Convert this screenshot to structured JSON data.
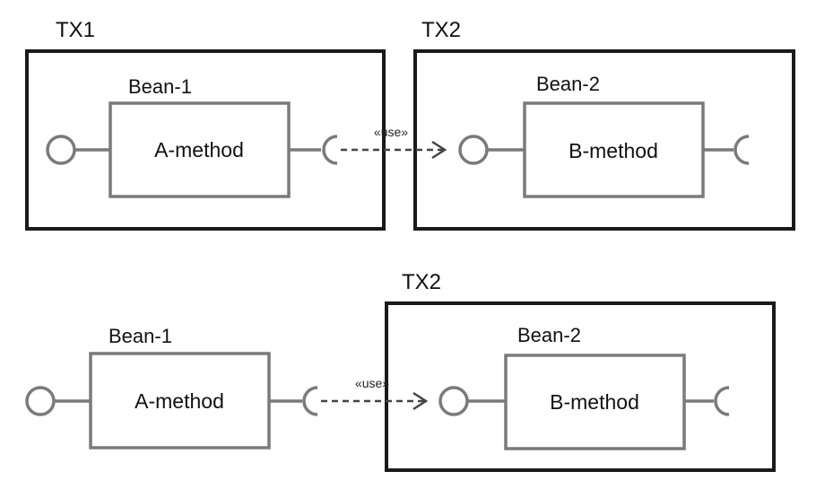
{
  "top": {
    "tx1_label": "TX1",
    "tx2_label": "TX2",
    "bean1_label": "Bean-1",
    "bean2_label": "Bean-2",
    "method_a": "A-method",
    "method_b": "B-method",
    "dependency_label": "«use»"
  },
  "bottom": {
    "tx2_label": "TX2",
    "bean1_label": "Bean-1",
    "bean2_label": "Bean-2",
    "method_a": "A-method",
    "method_b": "B-method",
    "dependency_label": "«use»"
  }
}
